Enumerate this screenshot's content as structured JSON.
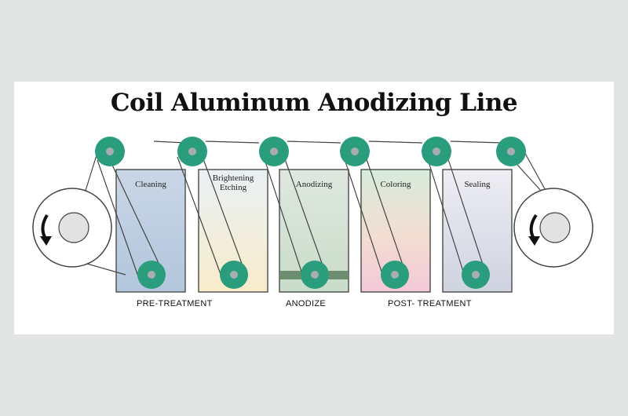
{
  "title": "Coil Aluminum Anodizing Line",
  "tanks": [
    {
      "label": "Cleaning",
      "color_top": "#c9d6e6",
      "color_bottom": "#b3c6dd"
    },
    {
      "label": "Brightening\nEtching",
      "color_top": "#e9f0f4",
      "color_bottom": "#f8eccb"
    },
    {
      "label": "Anodizing",
      "color_top": "#dfe8df",
      "color_bottom": "#c9dcc9"
    },
    {
      "label": "Coloring",
      "color_top": "#d6ecdb",
      "color_bottom": "#f3c9d8"
    },
    {
      "label": "Sealing",
      "color_top": "#e8e8ef",
      "color_bottom": "#cfd3e0"
    }
  ],
  "stages": [
    {
      "label": "PRE-TREATMENT"
    },
    {
      "label": "ANODIZE"
    },
    {
      "label": "POST- TREATMENT"
    }
  ],
  "colors": {
    "roller": "#2a9d7c",
    "roller_hub": "#a7adb0",
    "tank_border": "#555555",
    "strip": "#444444",
    "anode_bar": "#6e8f6f"
  },
  "icons": {
    "left_coil_arrow": "curved-arrow-down-icon",
    "right_coil_arrow": "curved-arrow-down-icon"
  }
}
